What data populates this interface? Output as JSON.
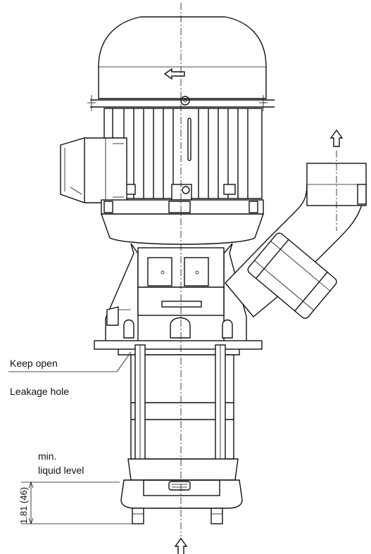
{
  "labels": {
    "keep_open": "Keep open",
    "leakage_hole": "Leakage hole",
    "min": "min.",
    "liquid_level": "liquid level",
    "dimension": "1.81 (46)"
  },
  "icons": {
    "outlet_arrow": "up-arrow-outline",
    "inlet_arrow": "up-arrow-outline",
    "rotation_arrow": "left-arrow-outline"
  },
  "colors": {
    "line": "#111111",
    "background": "#ffffff"
  }
}
